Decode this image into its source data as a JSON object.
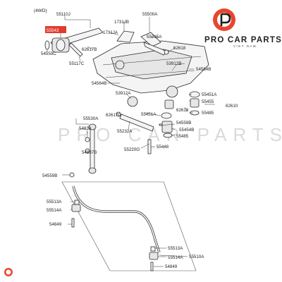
{
  "diagram": {
    "variant_label": "(4WD)",
    "highlighted_part": "55543",
    "brand": {
      "name": "PRO CAR PARTS",
      "sub": "VIET NAM",
      "watermark": "PRO CAR PARTS",
      "watermark_sub": "VIET NAM"
    },
    "labels": {
      "p55110J": "55110J",
      "p55543": "55543",
      "p54559C": "54559C",
      "p55117C": "55117C",
      "p62617B": "62617B",
      "p1731JB": "1731JB",
      "p1731JA": "1731JA",
      "p55500A": "55500A",
      "p55215A": "55215A",
      "p62618a": "62618",
      "p53912B": "53912B",
      "p54564Ba": "54564B",
      "p54564Bb": "54564B",
      "p53912A": "53912A",
      "p55451Aa": "55451A",
      "p55455": "55455",
      "p62610": "62610",
      "p62618b": "62618",
      "p55485a": "55485",
      "p55451Ab": "55451A",
      "p62617C": "62617C",
      "p55232A": "55232A",
      "p55530A": "55530A",
      "p54838": "54838",
      "p54559Ba": "54559B",
      "p55454B": "55454B",
      "p55485b": "55485",
      "p55220G": "55220G",
      "p54837B": "54837B",
      "p55448": "55448",
      "p54559Bb": "54559B",
      "p55513Aa": "55513A",
      "p55514Aa": "55514A",
      "p54849a": "54849",
      "p55513Ab": "55513A",
      "p55510A": "55510A",
      "p55514Ab": "55514A",
      "p54849b": "54849"
    }
  }
}
